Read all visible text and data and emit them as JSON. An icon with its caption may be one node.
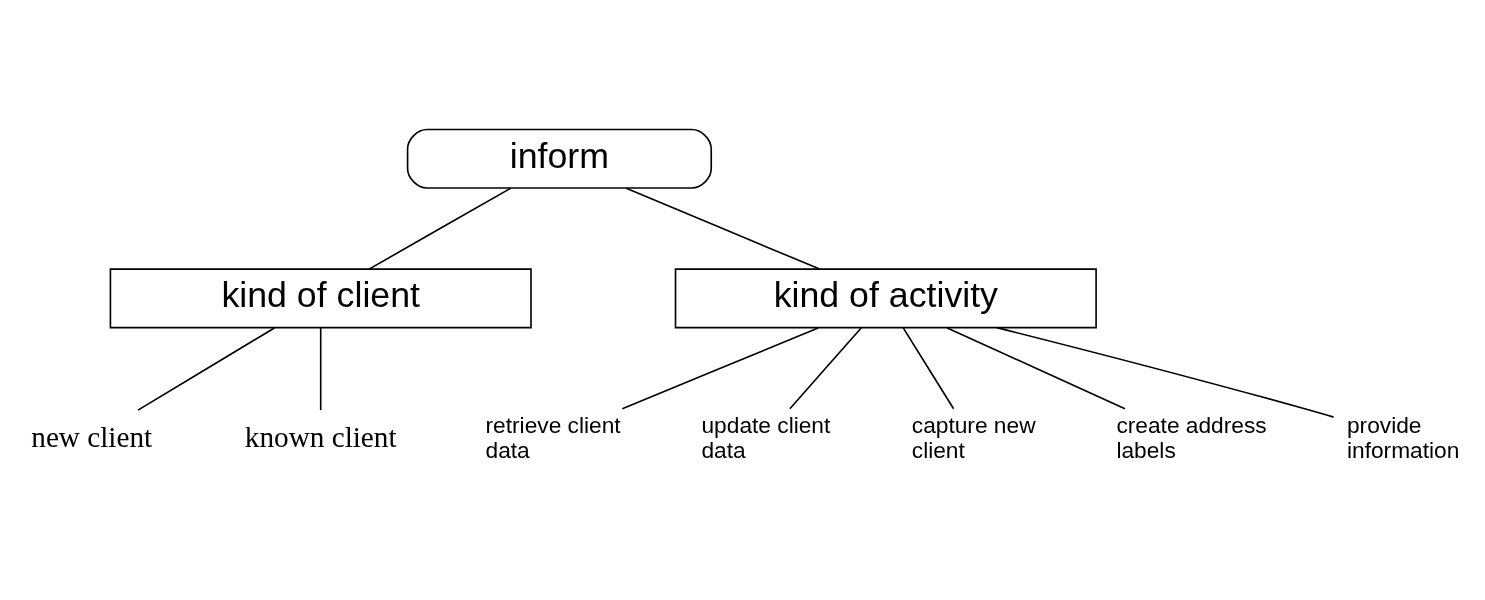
{
  "diagram": {
    "nodes": [
      {
        "text": [
          "inform"
        ]
      },
      {
        "text": [
          "kind of client"
        ]
      },
      {
        "text": [
          "kind of activity"
        ]
      },
      {
        "text": [
          "new client"
        ]
      },
      {
        "text": [
          "known client"
        ]
      },
      {
        "text": [
          "retrieve client data"
        ]
      },
      {
        "text": [
          "update client data"
        ]
      },
      {
        "text": [
          "capture new client"
        ]
      },
      {
        "text": [
          "create address labels"
        ]
      },
      {
        "text": [
          "provide information"
        ]
      }
    ],
    "edges": [
      {
        "from": 0,
        "to": 1,
        "arrow": "none"
      },
      {
        "from": 0,
        "to": 2,
        "arrow": "none"
      },
      {
        "from": 1,
        "to": 3,
        "arrow": "none"
      },
      {
        "from": 1,
        "to": 4,
        "arrow": "none"
      },
      {
        "from": 2,
        "to": 5,
        "arrow": "none"
      },
      {
        "from": 2,
        "to": 6,
        "arrow": "none"
      },
      {
        "from": 2,
        "to": 7,
        "arrow": "none"
      },
      {
        "from": 2,
        "to": 8,
        "arrow": "none"
      },
      {
        "from": 2,
        "to": 9,
        "arrow": "none"
      }
    ]
  }
}
